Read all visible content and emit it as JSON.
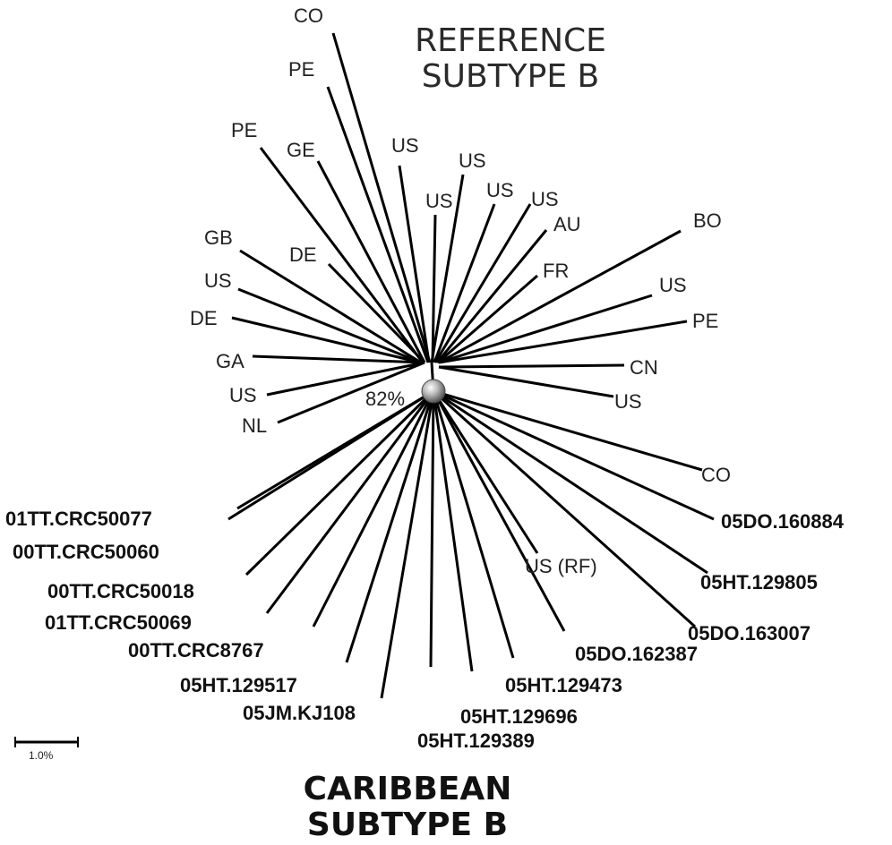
{
  "reference_group": {
    "title_line1": "REFERENCE",
    "title_line2": "SUBTYPE B",
    "leaves": [
      "CO",
      "PE",
      "PE",
      "GE",
      "US",
      "US",
      "US",
      "US",
      "US",
      "AU",
      "FR",
      "BO",
      "US",
      "PE",
      "CN",
      "US",
      "CO",
      "GB",
      "DE",
      "US",
      "DE",
      "GA",
      "US",
      "NL",
      "US (RF)"
    ]
  },
  "bootstrap_label": "82%",
  "caribbean_group": {
    "title_line1": "CARIBBEAN",
    "title_line2": "SUBTYPE B",
    "leaves": [
      "01TT.CRC50077",
      "00TT.CRC50060",
      "00TT.CRC50018",
      "01TT.CRC50069",
      "00TT.CRC8767",
      "05HT.129517",
      "05JM.KJ108",
      "05HT.129389",
      "05HT.129696",
      "05HT.129473",
      "05DO.162387",
      "05DO.163007",
      "05HT.129805",
      "05DO.160884"
    ]
  },
  "scale_bar": {
    "label": "1.0%"
  }
}
